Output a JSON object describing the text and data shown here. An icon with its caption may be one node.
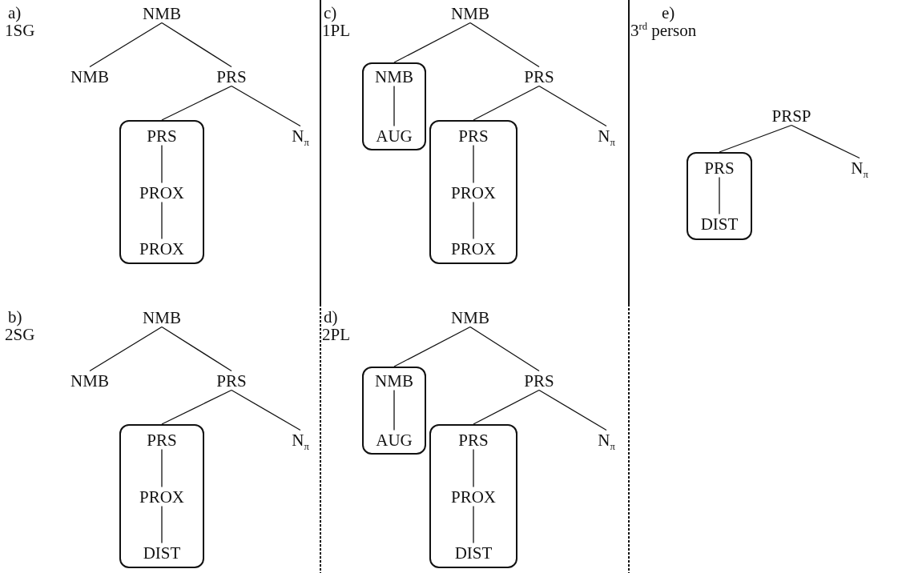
{
  "diagram": {
    "nodes": [
      {
        "text": [
          "NMB"
        ]
      },
      {
        "text": [
          "NMB"
        ]
      },
      {
        "text": [
          "PRS"
        ]
      },
      {
        "text": [],
        "shape": "box"
      },
      {
        "text": [
          "PRS"
        ],
        "in": 3
      },
      {
        "text": [
          "PROX"
        ],
        "in": 3
      },
      {
        "text": [
          "PROX"
        ],
        "in": 3
      },
      {
        "text": [
          "N$_{π}$"
        ]
      },
      {
        "text": [
          "NMB"
        ]
      },
      {
        "text": [
          "NMB"
        ]
      },
      {
        "text": [
          "PRS"
        ]
      },
      {
        "text": [],
        "shape": "box"
      },
      {
        "text": [
          "PRS"
        ],
        "in": 11
      },
      {
        "text": [
          "PROX"
        ],
        "in": 11
      },
      {
        "text": [
          "DIST"
        ],
        "in": 11
      },
      {
        "text": [
          "N$_{π}$"
        ]
      },
      {
        "text": [
          "NMB"
        ]
      },
      {
        "text": [],
        "shape": "box"
      },
      {
        "text": [
          "NMB"
        ],
        "in": 17
      },
      {
        "text": [
          "AUG"
        ],
        "in": 17
      },
      {
        "text": [
          "PRS"
        ]
      },
      {
        "text": [],
        "shape": "box"
      },
      {
        "text": [
          "PRS"
        ],
        "in": 21
      },
      {
        "text": [
          "PROX"
        ],
        "in": 21
      },
      {
        "text": [
          "PROX"
        ],
        "in": 21
      },
      {
        "text": [
          "N$_{π}$"
        ]
      },
      {
        "text": [
          "NMB"
        ]
      },
      {
        "text": [],
        "shape": "box"
      },
      {
        "text": [
          "NMB"
        ],
        "in": 27
      },
      {
        "text": [
          "AUG"
        ],
        "in": 27
      },
      {
        "text": [
          "PRS"
        ]
      },
      {
        "text": [],
        "shape": "box"
      },
      {
        "text": [
          "PRS"
        ],
        "in": 31
      },
      {
        "text": [
          "PROX"
        ],
        "in": 31
      },
      {
        "text": [
          "DIST"
        ],
        "in": 31
      },
      {
        "text": [
          "N$_{π}$"
        ]
      },
      {
        "text": [
          "PRSP"
        ]
      },
      {
        "text": [],
        "shape": "box"
      },
      {
        "text": [
          "PRS"
        ],
        "in": 37
      },
      {
        "text": [
          "DIST"
        ],
        "in": 37
      },
      {
        "text": [
          "N$_{π}$"
        ]
      }
    ],
    "edges": [
      {
        "from": 0,
        "to": 1,
        "arrow": "none"
      },
      {
        "from": 0,
        "to": 2,
        "arrow": "none"
      },
      {
        "from": 2,
        "to": 3,
        "arrow": "none"
      },
      {
        "from": 2,
        "to": 7,
        "arrow": "none"
      },
      {
        "from": 4,
        "to": 5,
        "arrow": "none"
      },
      {
        "from": 5,
        "to": 6,
        "arrow": "none"
      },
      {
        "from": 8,
        "to": 9,
        "arrow": "none"
      },
      {
        "from": 8,
        "to": 10,
        "arrow": "none"
      },
      {
        "from": 10,
        "to": 11,
        "arrow": "none"
      },
      {
        "from": 10,
        "to": 15,
        "arrow": "none"
      },
      {
        "from": 12,
        "to": 13,
        "arrow": "none"
      },
      {
        "from": 13,
        "to": 14,
        "arrow": "none"
      },
      {
        "from": 16,
        "to": 17,
        "arrow": "none"
      },
      {
        "from": 16,
        "to": 20,
        "arrow": "none"
      },
      {
        "from": 18,
        "to": 19,
        "arrow": "none"
      },
      {
        "from": 20,
        "to": 21,
        "arrow": "none"
      },
      {
        "from": 20,
        "to": 25,
        "arrow": "none"
      },
      {
        "from": 22,
        "to": 23,
        "arrow": "none"
      },
      {
        "from": 23,
        "to": 24,
        "arrow": "none"
      },
      {
        "from": 26,
        "to": 27,
        "arrow": "none"
      },
      {
        "from": 26,
        "to": 30,
        "arrow": "none"
      },
      {
        "from": 28,
        "to": 29,
        "arrow": "none"
      },
      {
        "from": 30,
        "to": 31,
        "arrow": "none"
      },
      {
        "from": 30,
        "to": 35,
        "arrow": "none"
      },
      {
        "from": 32,
        "to": 33,
        "arrow": "none"
      },
      {
        "from": 33,
        "to": 34,
        "arrow": "none"
      },
      {
        "from": 36,
        "to": 37,
        "arrow": "none"
      },
      {
        "from": 36,
        "to": 40,
        "arrow": "none"
      },
      {
        "from": 38,
        "to": 39,
        "arrow": "none"
      }
    ],
    "labels": [
      "a)",
      "1SG",
      "c)",
      "1PL",
      "e)",
      "3$^{rd}$ person",
      "b)",
      "2SG",
      "d)",
      "2PL"
    ]
  }
}
